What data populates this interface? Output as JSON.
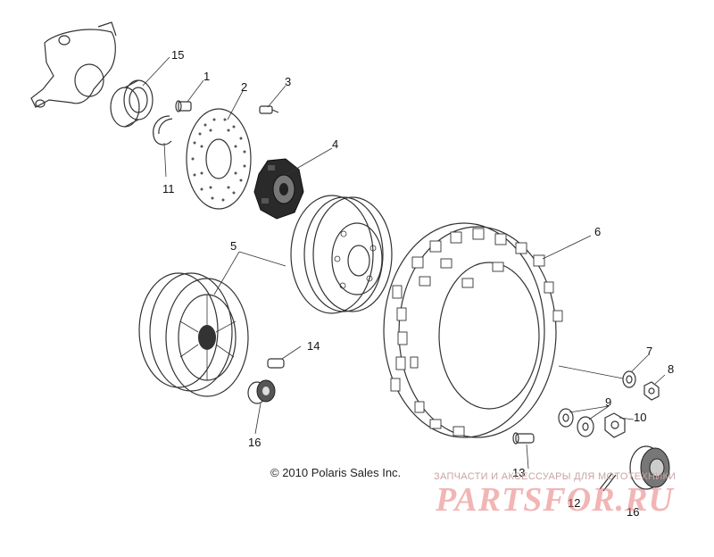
{
  "copyright": "© 2010 Polaris Sales Inc.",
  "watermark": {
    "tagline": "ЗАПЧАСТИ И АКСЕССУАРЫ ДЛЯ МОТОТЕХНИКИ",
    "logo": "PARTSFOR.RU"
  },
  "callouts": {
    "c1": "1",
    "c2": "2",
    "c3": "3",
    "c4": "4",
    "c5": "5",
    "c6": "6",
    "c7": "7",
    "c8": "8",
    "c9": "9",
    "c10": "10",
    "c11": "11",
    "c12": "12",
    "c13": "13",
    "c14": "14",
    "c15": "15",
    "c16a": "16",
    "c16b": "16"
  }
}
